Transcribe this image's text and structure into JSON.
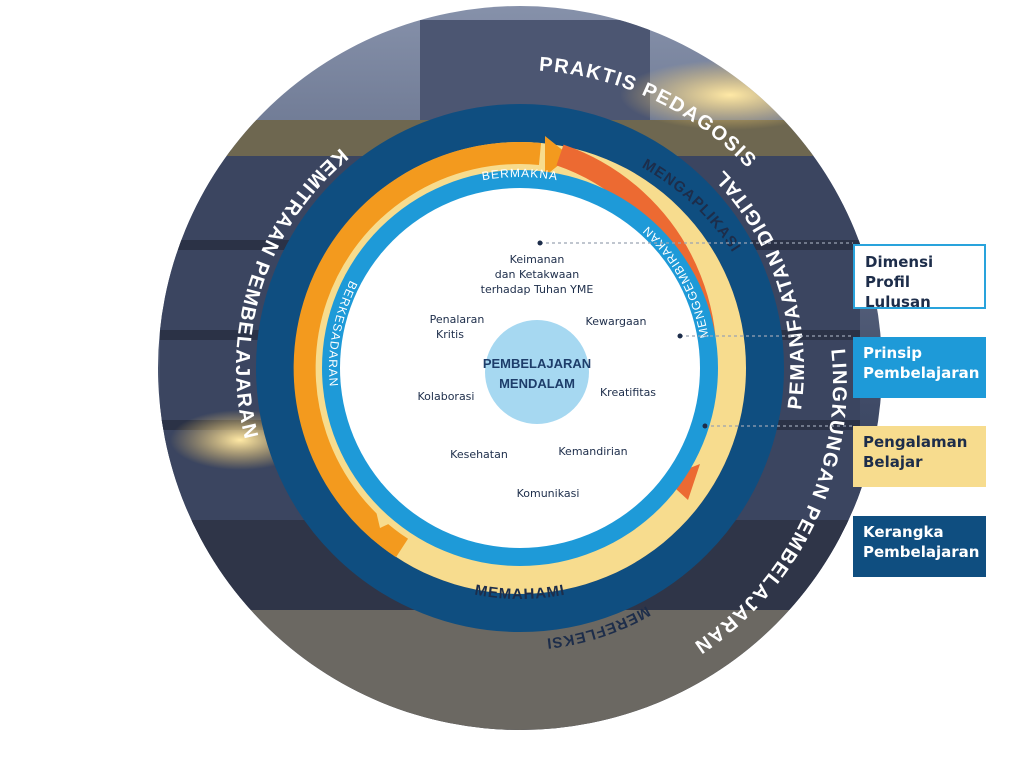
{
  "colors": {
    "outer_ring": "#0f4e80",
    "principle_ring": "#1e9ad8",
    "experience_ring": "#f7dc8e",
    "arrow_orange": "#f39a1e",
    "arrow_red": "#ec6a32",
    "inner_circle": "#ffffff",
    "center_circle": "#a6d8f1",
    "legend_border": "#29a3dc"
  },
  "outer_ring_labels": [
    "PRAKTIS PEDAGOSIS",
    "LINGKUNGAN PEMBELAJARAN",
    "PEMANFAATAN DIGITAL",
    "KEMITRAAN PEMBELAJARAN"
  ],
  "experience_labels": [
    "MENGAPLIKASI",
    "MEREFLEKSI",
    "MEMAHAMI"
  ],
  "principle_labels": [
    "BERMAKNA",
    "MENGGEMBIRAKAN",
    "BERKESADARAN"
  ],
  "center_label": [
    "PEMBELAJARAN",
    "MENDALAM"
  ],
  "dimensions": [
    [
      "Keimanan",
      "dan Ketakwaan",
      "terhadap Tuhan YME"
    ],
    [
      "Kewargaan"
    ],
    [
      "Penalaran",
      "Kritis"
    ],
    [
      "Kreatifitas"
    ],
    [
      "Kolaborasi"
    ],
    [
      "Kemandirian"
    ],
    [
      "Kesehatan"
    ],
    [
      "Komunikasi"
    ]
  ],
  "legend": [
    {
      "line1": "Dimensi",
      "line2": "Profil Lulusan"
    },
    {
      "line1": "Prinsip",
      "line2": "Pembelajaran"
    },
    {
      "line1": "Pengalaman",
      "line2": "Belajar"
    },
    {
      "line1": "Kerangka",
      "line2": "Pembelajaran"
    }
  ]
}
